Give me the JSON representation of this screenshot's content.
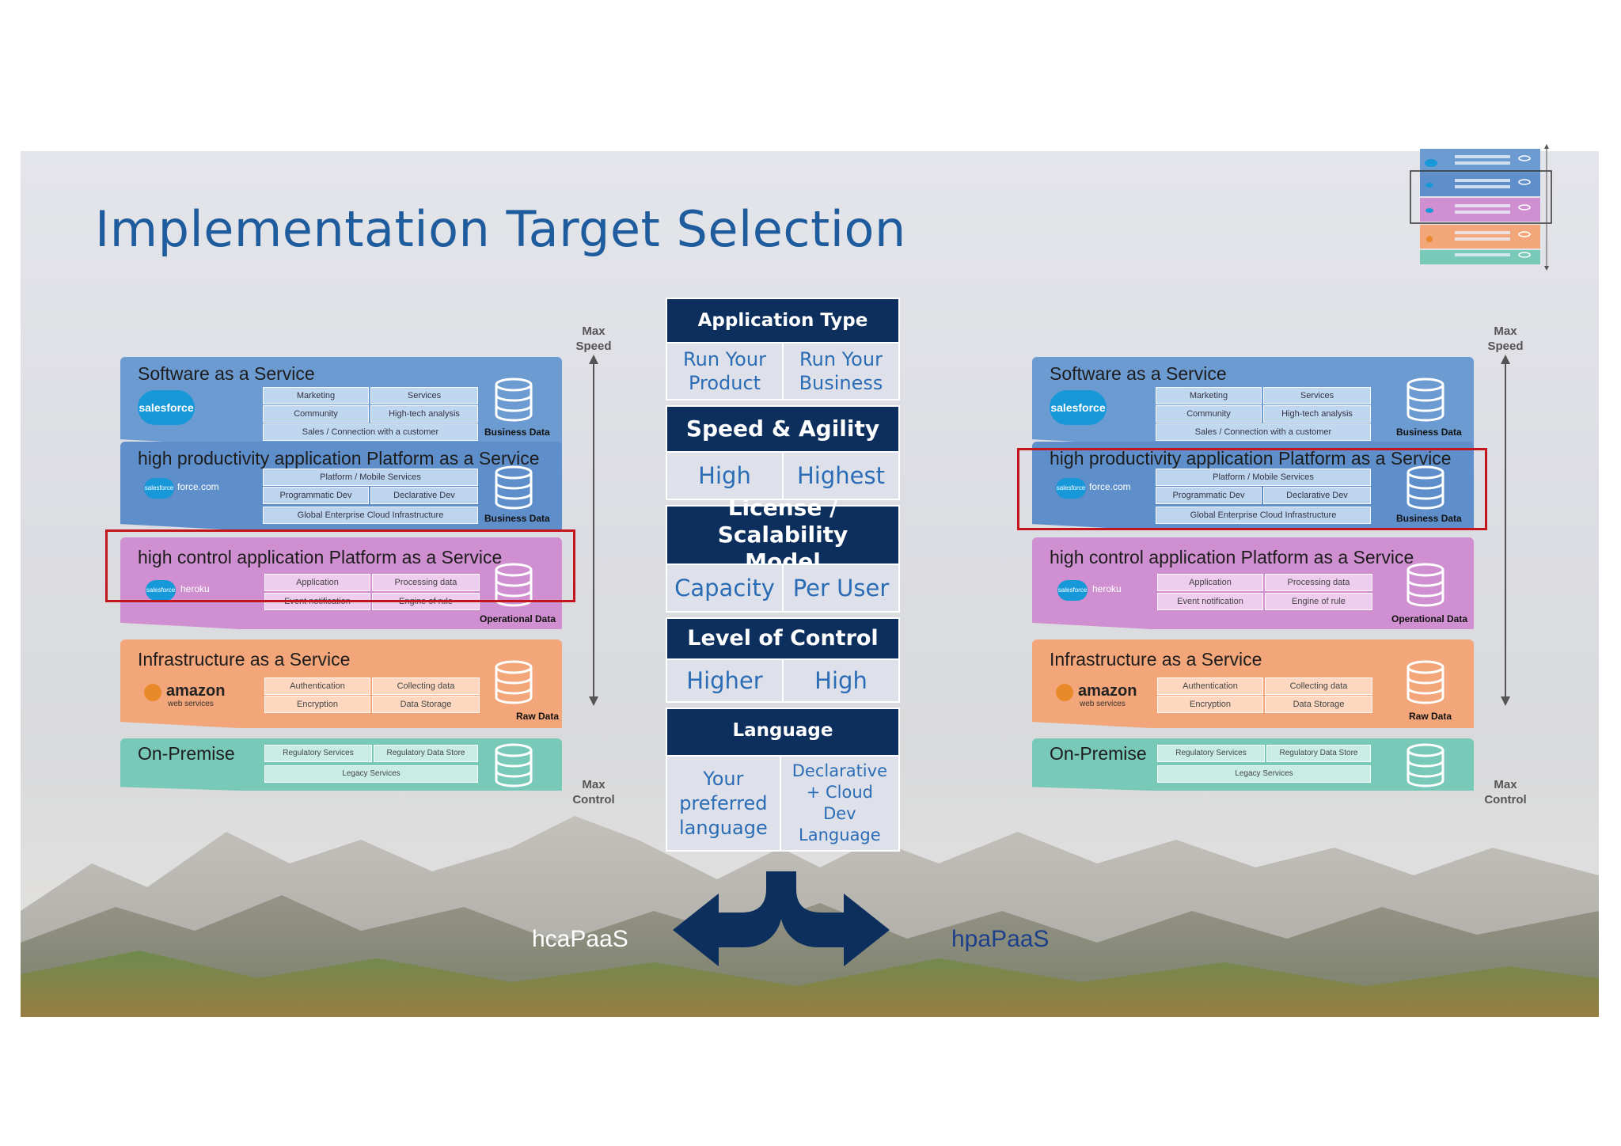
{
  "title": "Implementation Target Selection",
  "colors": {
    "title": "#1e5c9e",
    "saas": "#6c9bd1",
    "hp_paas": "#5f8fcb",
    "hc_paas": "#cf8fd0",
    "iaas": "#f2a67a",
    "on_premise": "#78c9b8",
    "table_header": "#0d2f5e",
    "table_cell_text": "#2a6cb5",
    "highlight": "#c3161c"
  },
  "stack": {
    "saas": {
      "title": "Software as a Service",
      "logo": "salesforce",
      "cells": [
        "Marketing",
        "Services",
        "Community",
        "High-tech analysis",
        "Sales / Connection with a customer"
      ],
      "data_label": "Business Data"
    },
    "hp_paas": {
      "title": "high productivity application Platform as a Service",
      "logo_badge": "salesforce",
      "logo_text": "force.com",
      "cells": [
        "Platform / Mobile Services",
        "Programmatic Dev",
        "Declarative Dev",
        "Global Enterprise Cloud Infrastructure"
      ],
      "data_label": "Business Data"
    },
    "hc_paas": {
      "title": "high control application Platform as a Service",
      "logo_badge": "salesforce",
      "logo_text": "heroku",
      "cells": [
        "Application",
        "Processing data",
        "Event notification",
        "Engine of rule"
      ],
      "data_label": "Operational Data"
    },
    "iaas": {
      "title": "Infrastructure as a Service",
      "logo": "amazon",
      "logo_sub": "web services",
      "cells": [
        "Authentication",
        "Collecting data",
        "Encryption",
        "Data Storage"
      ],
      "data_label": "Raw Data"
    },
    "on_premise": {
      "title": "On-Premise",
      "cells": [
        "Regulatory Services",
        "Regulatory Data Store",
        "Legacy Services"
      ]
    }
  },
  "axis": {
    "top": "Max\nSpeed",
    "bottom": "Max\nControl"
  },
  "table": {
    "sections": [
      {
        "header": "Application Type",
        "cells": [
          "Run Your Product",
          "Run Your Business"
        ]
      },
      {
        "header": "Speed & Agility",
        "cells": [
          "High",
          "Highest"
        ]
      },
      {
        "header": "License / Scalability Model",
        "cells": [
          "Capacity",
          "Per User"
        ]
      },
      {
        "header": "Level of Control",
        "cells": [
          "Higher",
          "High"
        ]
      },
      {
        "header": "Language",
        "cells": [
          "Your preferred language",
          "Declarative + Cloud Dev Language"
        ]
      }
    ]
  },
  "targets": {
    "left": "hcaPaaS",
    "right": "hpaPaaS"
  },
  "highlight": {
    "left": "hc_paas",
    "right": "hp_paas"
  }
}
